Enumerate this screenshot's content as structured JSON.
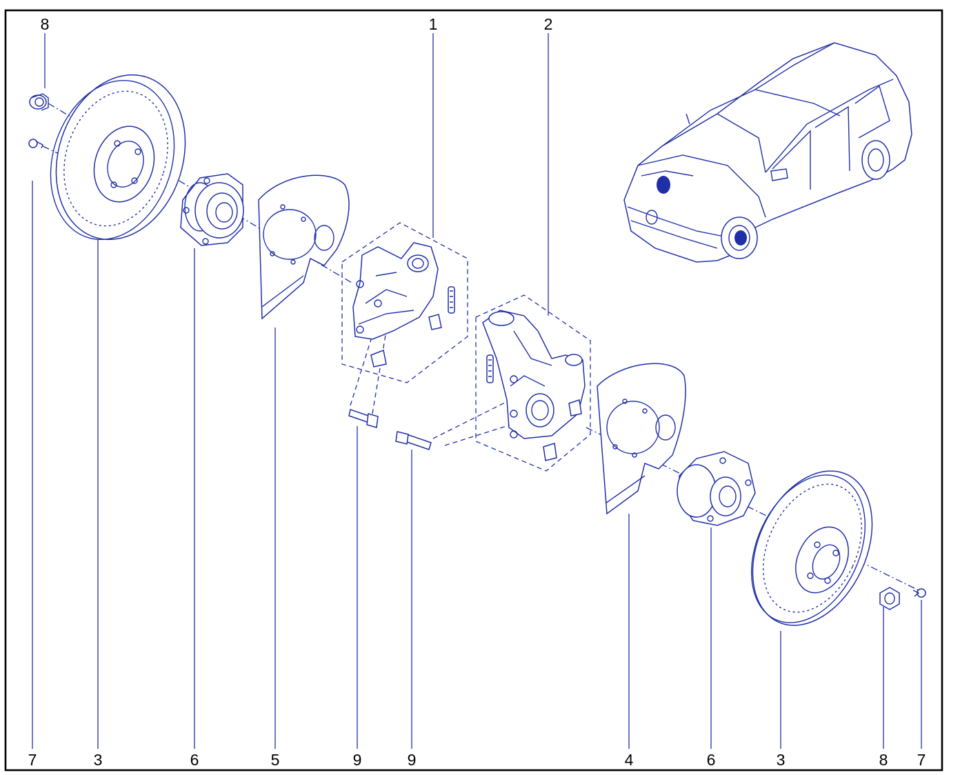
{
  "callouts": {
    "top_1": "1",
    "top_2": "2",
    "top_8": "8",
    "bottom": [
      "7",
      "3",
      "6",
      "5",
      "9",
      "9",
      "4",
      "6",
      "3",
      "8",
      "7"
    ]
  },
  "colors": {
    "line": "#1f2fa8",
    "frame": "#000000",
    "text": "#000000",
    "background": "#ffffff"
  }
}
